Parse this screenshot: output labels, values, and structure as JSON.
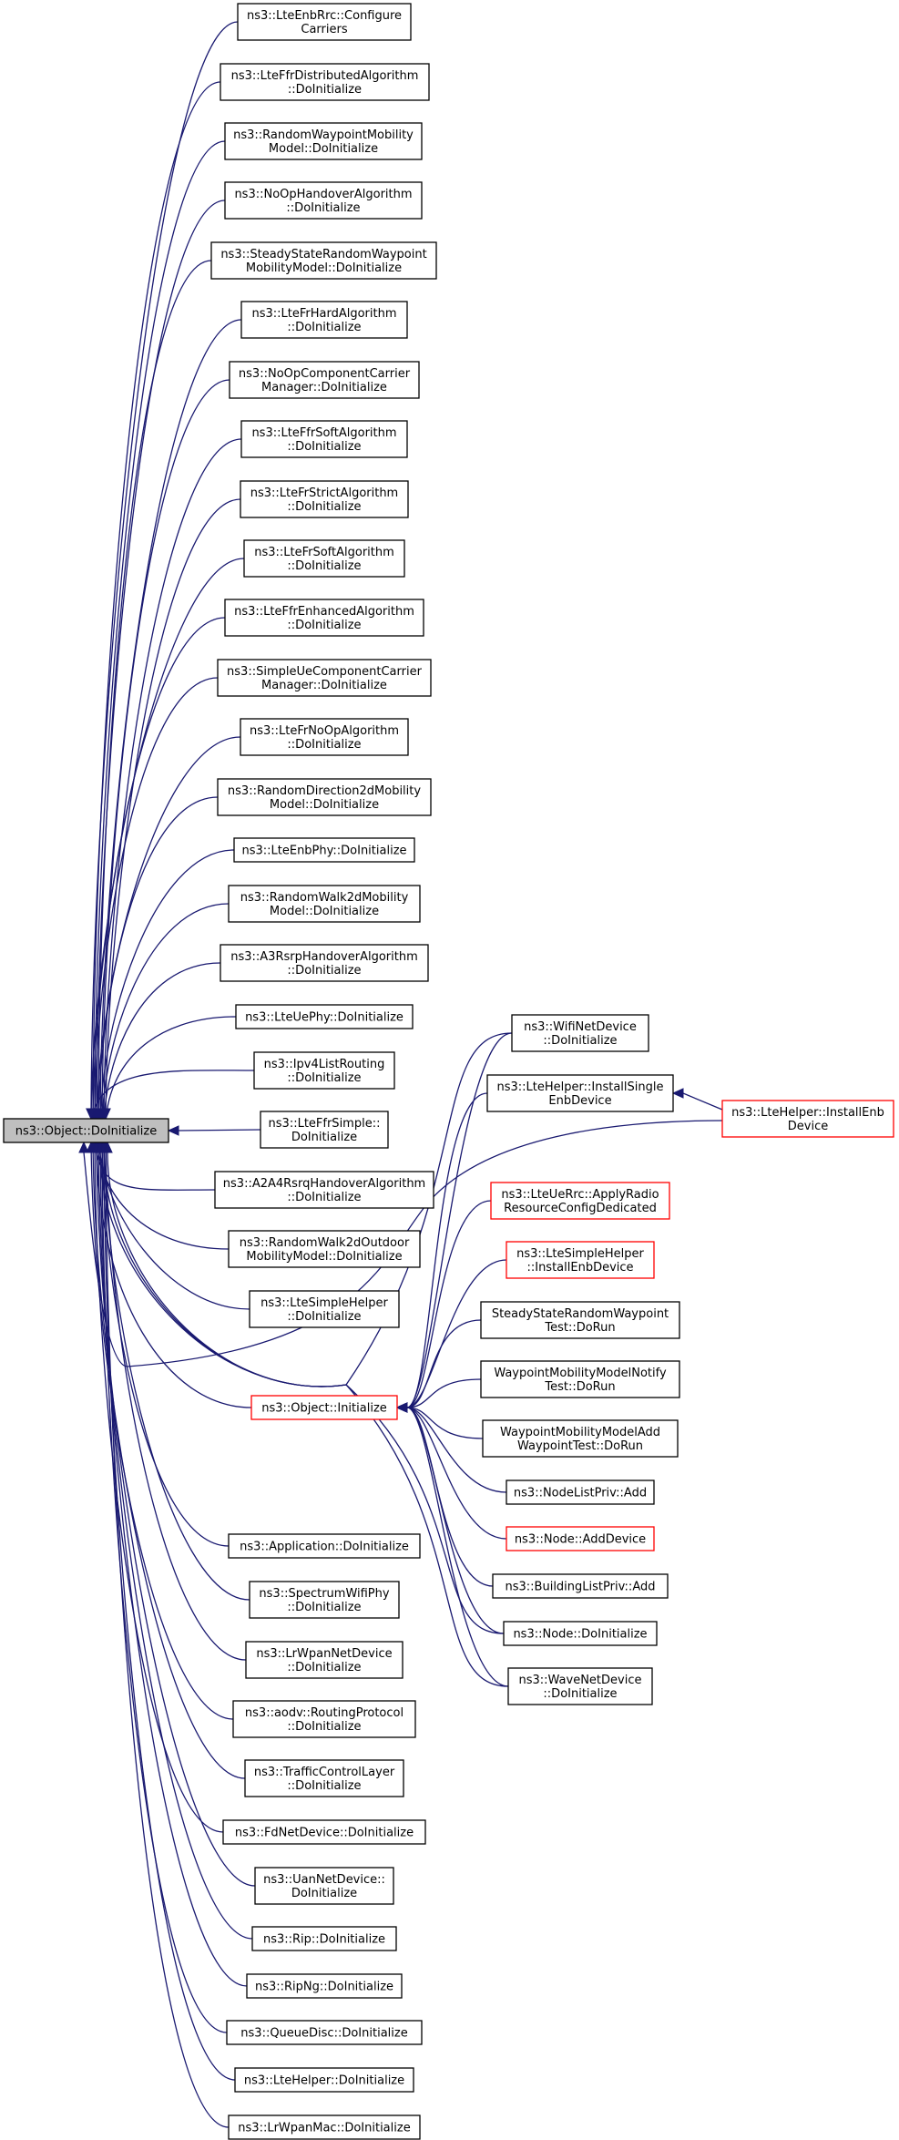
{
  "title": "ns3::Object::DoInitialize",
  "colors": {
    "edge": "#191970",
    "root_fill": "#bfbfbf",
    "box_border": "#000000",
    "red_border": "#ff0000"
  },
  "nodes": [
    {
      "id": "root",
      "lines": [
        "ns3::Object::DoInitialize"
      ]
    },
    {
      "id": "n_lteenbrrc",
      "lines": [
        "ns3::LteEnbRrc::Configure",
        "Carriers"
      ]
    },
    {
      "id": "n_lteffrdist",
      "lines": [
        "ns3::LteFfrDistributedAlgorithm",
        "::DoInitialize"
      ]
    },
    {
      "id": "n_randwaypoint",
      "lines": [
        "ns3::RandomWaypointMobility",
        "Model::DoInitialize"
      ]
    },
    {
      "id": "n_noophandover",
      "lines": [
        "ns3::NoOpHandoverAlgorithm",
        "::DoInitialize"
      ]
    },
    {
      "id": "n_steadystate",
      "lines": [
        "ns3::SteadyStateRandomWaypoint",
        "MobilityModel::DoInitialize"
      ]
    },
    {
      "id": "n_ltefrhard",
      "lines": [
        "ns3::LteFrHardAlgorithm",
        "::DoInitialize"
      ]
    },
    {
      "id": "n_noopcc",
      "lines": [
        "ns3::NoOpComponentCarrier",
        "Manager::DoInitialize"
      ]
    },
    {
      "id": "n_lteffrsoft",
      "lines": [
        "ns3::LteFfrSoftAlgorithm",
        "::DoInitialize"
      ]
    },
    {
      "id": "n_ltefrstrict",
      "lines": [
        "ns3::LteFrStrictAlgorithm",
        "::DoInitialize"
      ]
    },
    {
      "id": "n_ltefrsoft",
      "lines": [
        "ns3::LteFrSoftAlgorithm",
        "::DoInitialize"
      ]
    },
    {
      "id": "n_lteffrenh",
      "lines": [
        "ns3::LteFfrEnhancedAlgorithm",
        "::DoInitialize"
      ]
    },
    {
      "id": "n_simpleuecc",
      "lines": [
        "ns3::SimpleUeComponentCarrier",
        "Manager::DoInitialize"
      ]
    },
    {
      "id": "n_ltefrnoop",
      "lines": [
        "ns3::LteFrNoOpAlgorithm",
        "::DoInitialize"
      ]
    },
    {
      "id": "n_randdir2d",
      "lines": [
        "ns3::RandomDirection2dMobility",
        "Model::DoInitialize"
      ]
    },
    {
      "id": "n_lteenbphy",
      "lines": [
        "ns3::LteEnbPhy::DoInitialize"
      ]
    },
    {
      "id": "n_randwalk2d",
      "lines": [
        "ns3::RandomWalk2dMobility",
        "Model::DoInitialize"
      ]
    },
    {
      "id": "n_a3rsrp",
      "lines": [
        "ns3::A3RsrpHandoverAlgorithm",
        "::DoInitialize"
      ]
    },
    {
      "id": "n_lteuephy",
      "lines": [
        "ns3::LteUePhy::DoInitialize"
      ]
    },
    {
      "id": "n_ipv4list",
      "lines": [
        "ns3::Ipv4ListRouting",
        "::DoInitialize"
      ]
    },
    {
      "id": "n_lteffrsimple",
      "lines": [
        "ns3::LteFfrSimple::",
        "DoInitialize"
      ]
    },
    {
      "id": "n_a2a4rsrq",
      "lines": [
        "ns3::A2A4RsrqHandoverAlgorithm",
        "::DoInitialize"
      ]
    },
    {
      "id": "n_randwalk2dout",
      "lines": [
        "ns3::RandomWalk2dOutdoor",
        "MobilityModel::DoInitialize"
      ]
    },
    {
      "id": "n_ltesimplehelper",
      "lines": [
        "ns3::LteSimpleHelper",
        "::DoInitialize"
      ]
    },
    {
      "id": "n_objinit",
      "lines": [
        "ns3::Object::Initialize"
      ]
    },
    {
      "id": "n_appdoinit",
      "lines": [
        "ns3::Application::DoInitialize"
      ]
    },
    {
      "id": "n_spectrumwifi",
      "lines": [
        "ns3::SpectrumWifiPhy",
        "::DoInitialize"
      ]
    },
    {
      "id": "n_lrwpannet",
      "lines": [
        "ns3::LrWpanNetDevice",
        "::DoInitialize"
      ]
    },
    {
      "id": "n_aodv",
      "lines": [
        "ns3::aodv::RoutingProtocol",
        "::DoInitialize"
      ]
    },
    {
      "id": "n_tcl",
      "lines": [
        "ns3::TrafficControlLayer",
        "::DoInitialize"
      ]
    },
    {
      "id": "n_fdnet",
      "lines": [
        "ns3::FdNetDevice::DoInitialize"
      ]
    },
    {
      "id": "n_uannet",
      "lines": [
        "ns3::UanNetDevice::",
        "DoInitialize"
      ]
    },
    {
      "id": "n_rip",
      "lines": [
        "ns3::Rip::DoInitialize"
      ]
    },
    {
      "id": "n_ripng",
      "lines": [
        "ns3::RipNg::DoInitialize"
      ]
    },
    {
      "id": "n_queuedisc",
      "lines": [
        "ns3::QueueDisc::DoInitialize"
      ]
    },
    {
      "id": "n_ltehelper",
      "lines": [
        "ns3::LteHelper::DoInitialize"
      ]
    },
    {
      "id": "n_lrwpanmac",
      "lines": [
        "ns3::LrWpanMac::DoInitialize"
      ]
    },
    {
      "id": "n_wifinet",
      "lines": [
        "ns3::WifiNetDevice",
        "::DoInitialize"
      ]
    },
    {
      "id": "n_installsingle",
      "lines": [
        "ns3::LteHelper::InstallSingle",
        "EnbDevice"
      ]
    },
    {
      "id": "n_installenb",
      "lines": [
        "ns3::LteHelper::InstallEnb",
        "Device"
      ]
    },
    {
      "id": "n_applyradio",
      "lines": [
        "ns3::LteUeRrc::ApplyRadio",
        "ResourceConfigDedicated"
      ]
    },
    {
      "id": "n_simpleinstall",
      "lines": [
        "ns3::LteSimpleHelper",
        "::InstallEnbDevice"
      ]
    },
    {
      "id": "n_steadytest",
      "lines": [
        "SteadyStateRandomWaypoint",
        "Test::DoRun"
      ]
    },
    {
      "id": "n_waynotify",
      "lines": [
        "WaypointMobilityModelNotify",
        "Test::DoRun"
      ]
    },
    {
      "id": "n_wayadd",
      "lines": [
        "WaypointMobilityModelAdd",
        "WaypointTest::DoRun"
      ]
    },
    {
      "id": "n_nodelistadd",
      "lines": [
        "ns3::NodeListPriv::Add"
      ]
    },
    {
      "id": "n_nodeadddev",
      "lines": [
        "ns3::Node::AddDevice"
      ]
    },
    {
      "id": "n_buildinglist",
      "lines": [
        "ns3::BuildingListPriv::Add"
      ]
    },
    {
      "id": "n_nodedoinit",
      "lines": [
        "ns3::Node::DoInitialize"
      ]
    },
    {
      "id": "n_wavenet",
      "lines": [
        "ns3::WaveNetDevice",
        "::DoInitialize"
      ]
    }
  ]
}
